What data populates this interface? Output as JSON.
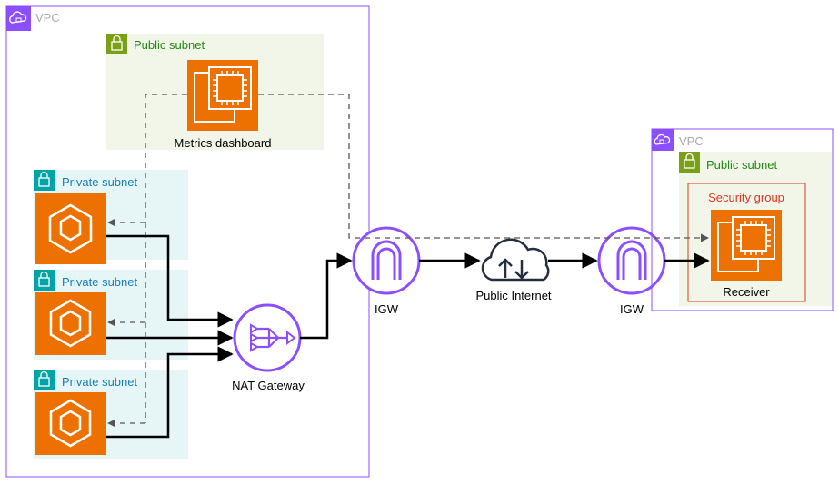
{
  "vpc_left": {
    "label": "VPC",
    "icon": "cloud-lock-icon"
  },
  "vpc_right": {
    "label": "VPC",
    "icon": "cloud-lock-icon"
  },
  "public_subnet_left": {
    "label": "Public subnet",
    "icon": "lock-icon"
  },
  "public_subnet_right": {
    "label": "Public subnet",
    "icon": "lock-icon"
  },
  "private_subnets": [
    {
      "label": "Private subnet",
      "icon": "lock-icon",
      "service_icon": "ecs-icon"
    },
    {
      "label": "Private subnet",
      "icon": "lock-icon",
      "service_icon": "ecs-icon"
    },
    {
      "label": "Private subnet",
      "icon": "lock-icon",
      "service_icon": "ecs-icon"
    }
  ],
  "metrics_dashboard": {
    "label": "Metrics dashboard",
    "icon": "ec2-instance-icon"
  },
  "nat_gateway": {
    "label": "NAT Gateway",
    "icon": "nat-gateway-icon"
  },
  "igw_left": {
    "label": "IGW",
    "icon": "internet-gateway-icon"
  },
  "igw_right": {
    "label": "IGW",
    "icon": "internet-gateway-icon"
  },
  "internet": {
    "label": "Public Internet",
    "icon": "cloud-updown-icon"
  },
  "security_group": {
    "label": "Security group"
  },
  "receiver": {
    "label": "Receiver",
    "icon": "ec2-instance-icon"
  },
  "colors": {
    "vpc": "#8c4fff",
    "public_subnet_fill": "#f2f6e8",
    "public_subnet_text": "#248814",
    "private_subnet_fill": "#e6f6f7",
    "private_subnet_text": "#147eba",
    "private_subnet_icon": "#00a4a6",
    "compute": "#ed7100",
    "security_group": "#dd3522",
    "edge": "#000000",
    "dashed_edge": "#555555"
  }
}
